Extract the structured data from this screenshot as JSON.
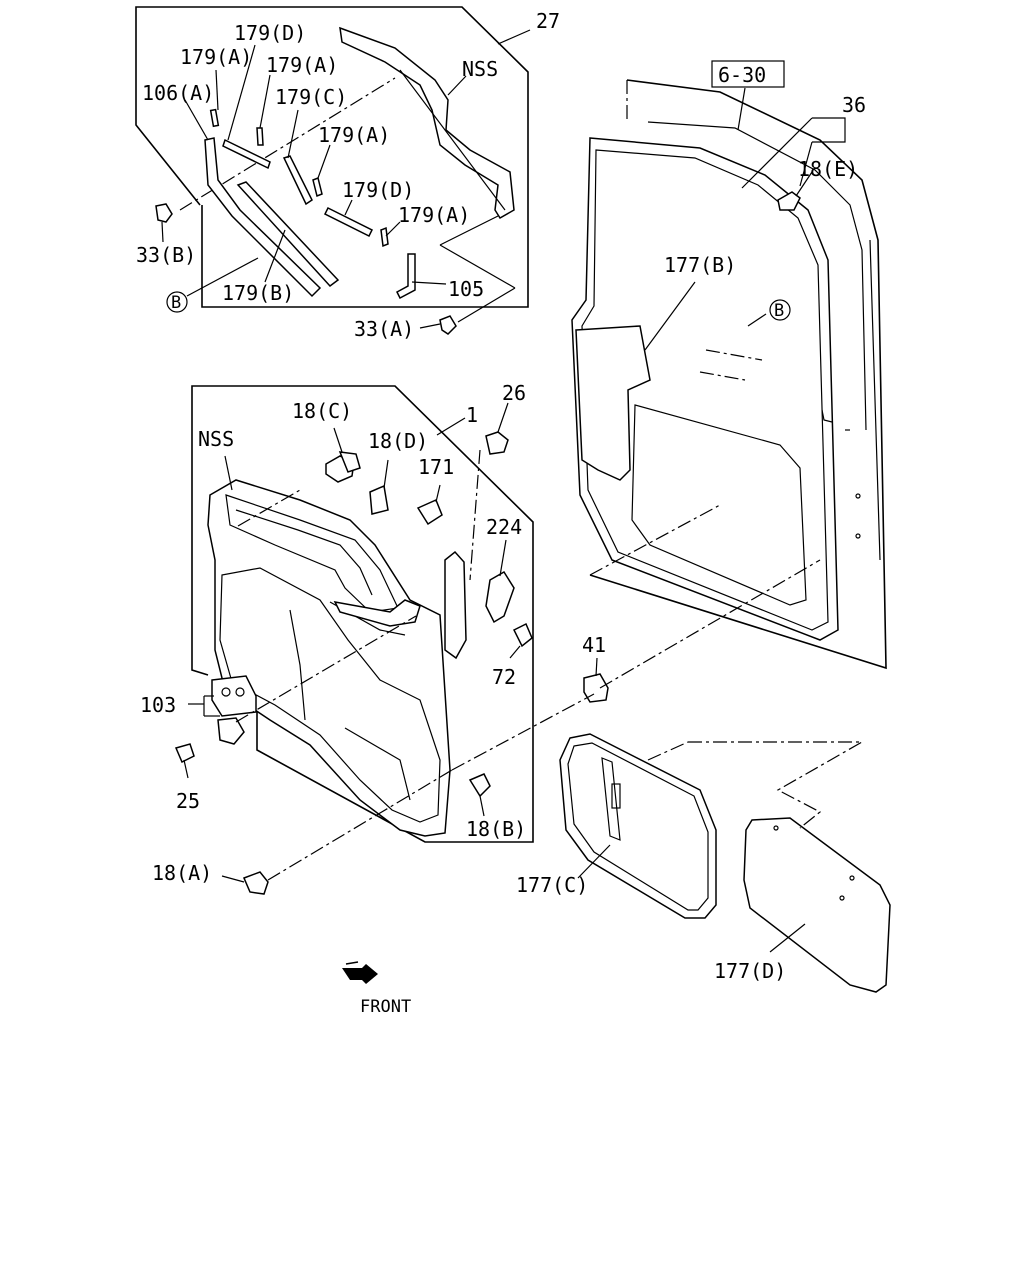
{
  "labels": {
    "l27": "27",
    "l179D_top": "179(D)",
    "l179A_1": "179(A)",
    "l179A_2": "179(A)",
    "l106A": "106(A)",
    "l179C": "179(C)",
    "lNSS_top": "NSS",
    "l179A_3": "179(A)",
    "l179D_2": "179(D)",
    "l179A_4": "179(A)",
    "l33B": "33(B)",
    "l179B": "179(B)",
    "lB_top": "B",
    "l105": "105",
    "l33A": "33(A)",
    "l630": "6-30",
    "l36": "36",
    "l18E": "18(E)",
    "l177B": "177(B)",
    "lB_right": "B",
    "l26": "26",
    "l18C": "18(C)",
    "l1": "1",
    "lNSS_mid": "NSS",
    "l18D": "18(D)",
    "l171": "171",
    "l224": "224",
    "l72": "72",
    "l41": "41",
    "l103": "103",
    "l25": "25",
    "l18B": "18(B)",
    "l18A": "18(A)",
    "l177C": "177(C)",
    "l177D": "177(D)",
    "front": "FRONT"
  }
}
